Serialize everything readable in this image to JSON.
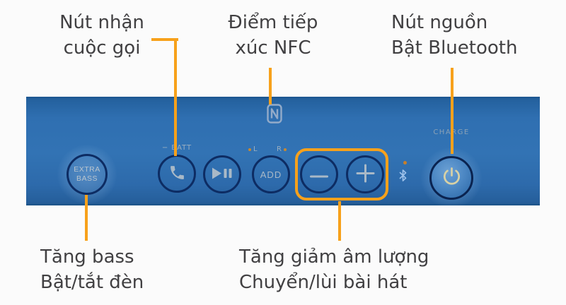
{
  "title": "Bluetooth speaker top panel — annotated button guide",
  "colors": {
    "panel_blue": "#2f6db0",
    "panel_edge_dark": "#1a548e",
    "button_ring_navy": "#0d2c63",
    "button_glyph_gray": "#a9b9c7",
    "accent_orange": "#f7a11b",
    "annotation_text": "#414042",
    "power_button_fill": "#4e89c5",
    "power_glyph_cream": "#d8d1a5",
    "background": "#fbfbfb"
  },
  "annotations": {
    "call": {
      "line1": "Nút nhận",
      "line2": "cuộc gọi"
    },
    "nfc": {
      "line1": "Điểm tiếp",
      "line2": "xúc NFC"
    },
    "power": {
      "line1": "Nút nguồn",
      "line2": "Bật Bluetooth"
    },
    "bass": {
      "line1": "Tăng bass",
      "line2": "Bật/tắt đèn"
    },
    "volume": {
      "line1": "Tăng giảm âm lượng",
      "line2": "Chuyển/lùi bài hát"
    }
  },
  "panel": {
    "extra_bass_line1": "EXTRA",
    "extra_bass_line2": "BASS",
    "batt_dash": "−",
    "batt_label": "BATT",
    "left_channel_label": "L",
    "right_channel_label": "R",
    "add_label": "ADD",
    "charge_label": "CHARGE",
    "icons": [
      "call-handset-icon",
      "play-pause-icon",
      "minus-icon",
      "plus-icon",
      "power-icon",
      "bluetooth-icon",
      "nfc-logo-icon"
    ]
  }
}
